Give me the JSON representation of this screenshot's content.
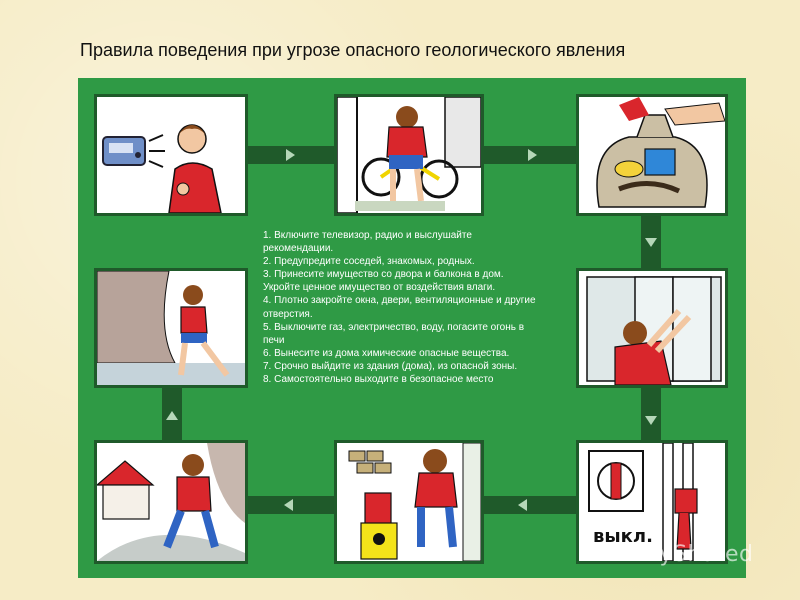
{
  "title": "Правила поведения при угрозе опасного геологического явления",
  "rules": [
    "1. Включите телевизор, радио и выслушайте рекомендации.",
    "2. Предупредите соседей, знакомых, родных.",
    "3. Принесите имущество со двора и балкона в дом. Укройте ценное имущество от воздействия влаги.",
    "4. Плотно закройте окна, двери, вентиляционные и другие отверстия.",
    "5. Выключите газ, электричество, воду, погасите огонь в печи",
    "6. Вынесите из дома химические опасные вещества.",
    "7. Срочно выйдите из здания (дома), из опасной зоны.",
    "8. Самостоятельно выходите в безопасное место"
  ],
  "panels": {
    "switch_label": "выкл."
  },
  "watermark": "MyShared",
  "colors": {
    "background": "#f6ecc6",
    "board": "#2f9a45",
    "connector": "#1f5a2a"
  }
}
